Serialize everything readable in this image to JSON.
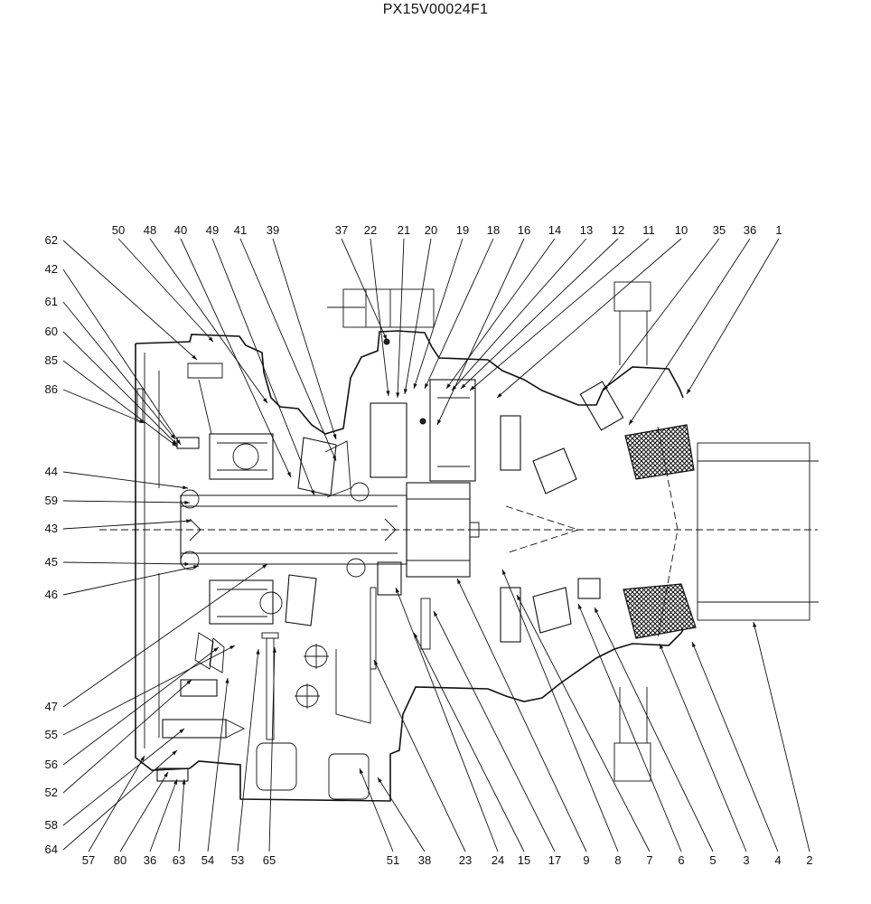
{
  "title": "PX15V00024F1",
  "top_labels": [
    "50",
    "48",
    "40",
    "49",
    "41",
    "39",
    "37",
    "22",
    "21",
    "20",
    "19",
    "18",
    "16",
    "14",
    "13",
    "12",
    "11",
    "10",
    "35",
    "36",
    "1"
  ],
  "left_labels": [
    "62",
    "42",
    "61",
    "60",
    "85",
    "86",
    "44",
    "59",
    "43",
    "45",
    "46",
    "47",
    "55",
    "56",
    "52",
    "58",
    "64"
  ],
  "bottom_labels": [
    "57",
    "80",
    "36",
    "63",
    "54",
    "53",
    "65",
    "51",
    "38",
    "23",
    "24",
    "15",
    "17",
    "9",
    "8",
    "7",
    "6",
    "5",
    "3",
    "4",
    "2"
  ]
}
